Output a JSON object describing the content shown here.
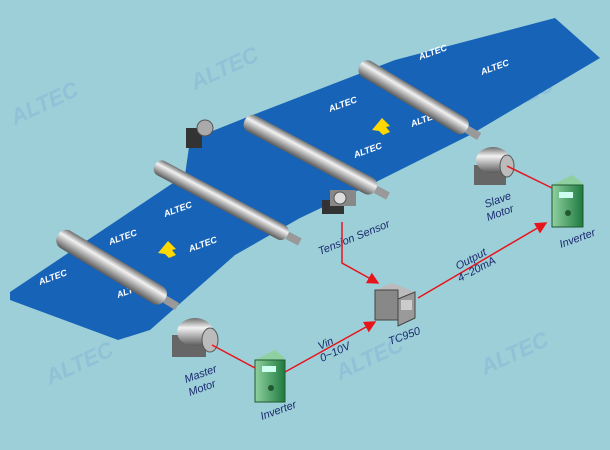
{
  "watermark": "ALTEC",
  "web_labels": [
    "ALTEC",
    "ALTEC",
    "ALTEC",
    "ALTEC",
    "ALTEC",
    "ALTEC",
    "ALTEC",
    "ALTEC",
    "ALTEC",
    "ALTEC"
  ],
  "labels": {
    "tension_sensor": "Tension Sensor",
    "slave_motor_1": "Slave",
    "slave_motor_2": "Motor",
    "master_motor_1": "Master",
    "master_motor_2": "Motor",
    "inverter_left": "Inverter",
    "inverter_right": "Inverter",
    "controller": "TC950",
    "vin_1": "Vin",
    "vin_2": "0~10V",
    "output_1": "Output",
    "output_2": "4~20mA"
  },
  "colors": {
    "background": "#9ccfd8",
    "web": "#1763b8",
    "signal": "#e8141c",
    "arrow": "#ffd800",
    "inverter": "#3a9a5a"
  }
}
